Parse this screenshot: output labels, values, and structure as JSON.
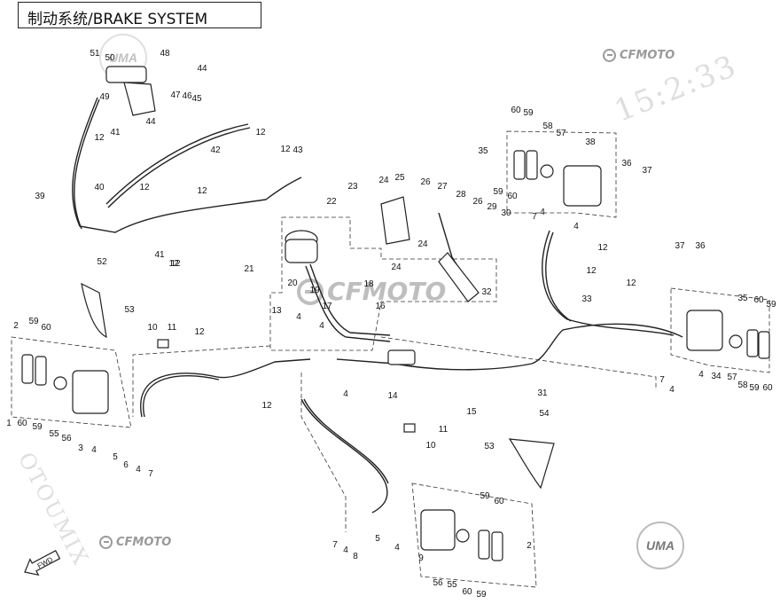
{
  "title": "制动系统/BRAKE SYSTEM",
  "logos": {
    "cfmoto_text": "CFMOTO",
    "uma_text": "UMA"
  },
  "watermarks": {
    "top_right": "15:2:33",
    "left_vertical": "OTOUMIX"
  },
  "direction_label": "FWD",
  "callouts": [
    {
      "id": "c1",
      "label": "51"
    },
    {
      "id": "c2",
      "label": "50"
    },
    {
      "id": "c3",
      "label": "48"
    },
    {
      "id": "c4",
      "label": "44"
    },
    {
      "id": "c5",
      "label": "49"
    },
    {
      "id": "c6",
      "label": "47"
    },
    {
      "id": "c7",
      "label": "46"
    },
    {
      "id": "c8",
      "label": "45"
    },
    {
      "id": "c9",
      "label": "44"
    },
    {
      "id": "c10",
      "label": "12"
    },
    {
      "id": "c11",
      "label": "41"
    },
    {
      "id": "c12",
      "label": "12"
    },
    {
      "id": "c13",
      "label": "42"
    },
    {
      "id": "c14",
      "label": "12"
    },
    {
      "id": "c15",
      "label": "12"
    },
    {
      "id": "c16",
      "label": "43"
    },
    {
      "id": "c17",
      "label": "39"
    },
    {
      "id": "c18",
      "label": "40"
    },
    {
      "id": "c19",
      "label": "12"
    },
    {
      "id": "c20",
      "label": "12"
    },
    {
      "id": "c21",
      "label": "41"
    },
    {
      "id": "c22",
      "label": "12"
    },
    {
      "id": "c23",
      "label": "22"
    },
    {
      "id": "c24",
      "label": "23"
    },
    {
      "id": "c25",
      "label": "24"
    },
    {
      "id": "c26",
      "label": "25"
    },
    {
      "id": "c27",
      "label": "26"
    },
    {
      "id": "c28",
      "label": "27"
    },
    {
      "id": "c29",
      "label": "28"
    },
    {
      "id": "c30",
      "label": "26"
    },
    {
      "id": "c31",
      "label": "29"
    },
    {
      "id": "c32",
      "label": "30"
    },
    {
      "id": "c33",
      "label": "24"
    },
    {
      "id": "c34",
      "label": "24"
    },
    {
      "id": "c35",
      "label": "21"
    },
    {
      "id": "c36",
      "label": "20"
    },
    {
      "id": "c37",
      "label": "19"
    },
    {
      "id": "c38",
      "label": "18"
    },
    {
      "id": "c39",
      "label": "17"
    },
    {
      "id": "c40",
      "label": "16"
    },
    {
      "id": "c41",
      "label": "32"
    },
    {
      "id": "c42",
      "label": "60"
    },
    {
      "id": "c43",
      "label": "59"
    },
    {
      "id": "c44",
      "label": "35"
    },
    {
      "id": "c45",
      "label": "58"
    },
    {
      "id": "c46",
      "label": "57"
    },
    {
      "id": "c47",
      "label": "38"
    },
    {
      "id": "c48",
      "label": "36"
    },
    {
      "id": "c49",
      "label": "37"
    },
    {
      "id": "c50",
      "label": "59"
    },
    {
      "id": "c51",
      "label": "60"
    },
    {
      "id": "c52",
      "label": "7"
    },
    {
      "id": "c53",
      "label": "4"
    },
    {
      "id": "c54",
      "label": "4"
    },
    {
      "id": "c55",
      "label": "12"
    },
    {
      "id": "c56",
      "label": "12"
    },
    {
      "id": "c57",
      "label": "33"
    },
    {
      "id": "c58",
      "label": "12"
    },
    {
      "id": "c59",
      "label": "37"
    },
    {
      "id": "c60",
      "label": "36"
    },
    {
      "id": "c61",
      "label": "35"
    },
    {
      "id": "c62",
      "label": "60"
    },
    {
      "id": "c63",
      "label": "59"
    },
    {
      "id": "c64",
      "label": "52"
    },
    {
      "id": "c65",
      "label": "53"
    },
    {
      "id": "c66",
      "label": "2"
    },
    {
      "id": "c67",
      "label": "59"
    },
    {
      "id": "c68",
      "label": "60"
    },
    {
      "id": "c69",
      "label": "10"
    },
    {
      "id": "c70",
      "label": "11"
    },
    {
      "id": "c71",
      "label": "12"
    },
    {
      "id": "c72",
      "label": "13"
    },
    {
      "id": "c73",
      "label": "4"
    },
    {
      "id": "c74",
      "label": "4"
    },
    {
      "id": "c75",
      "label": "14"
    },
    {
      "id": "c76",
      "label": "15"
    },
    {
      "id": "c77",
      "label": "31"
    },
    {
      "id": "c78",
      "label": "4"
    },
    {
      "id": "c79",
      "label": "4"
    },
    {
      "id": "c80",
      "label": "7"
    },
    {
      "id": "c81",
      "label": "34"
    },
    {
      "id": "c82",
      "label": "57"
    },
    {
      "id": "c83",
      "label": "58"
    },
    {
      "id": "c84",
      "label": "59"
    },
    {
      "id": "c85",
      "label": "60"
    },
    {
      "id": "c86",
      "label": "1"
    },
    {
      "id": "c87",
      "label": "60"
    },
    {
      "id": "c88",
      "label": "59"
    },
    {
      "id": "c89",
      "label": "55"
    },
    {
      "id": "c90",
      "label": "56"
    },
    {
      "id": "c91",
      "label": "3"
    },
    {
      "id": "c92",
      "label": "4"
    },
    {
      "id": "c93",
      "label": "5"
    },
    {
      "id": "c94",
      "label": "6"
    },
    {
      "id": "c95",
      "label": "4"
    },
    {
      "id": "c96",
      "label": "7"
    },
    {
      "id": "c97",
      "label": "12"
    },
    {
      "id": "c98",
      "label": "4"
    },
    {
      "id": "c99",
      "label": "11"
    },
    {
      "id": "c100",
      "label": "10"
    },
    {
      "id": "c101",
      "label": "54"
    },
    {
      "id": "c102",
      "label": "53"
    },
    {
      "id": "c103",
      "label": "7"
    },
    {
      "id": "c104",
      "label": "4"
    },
    {
      "id": "c105",
      "label": "8"
    },
    {
      "id": "c106",
      "label": "5"
    },
    {
      "id": "c107",
      "label": "4"
    },
    {
      "id": "c108",
      "label": "9"
    },
    {
      "id": "c109",
      "label": "56"
    },
    {
      "id": "c110",
      "label": "55"
    },
    {
      "id": "c111",
      "label": "60"
    },
    {
      "id": "c112",
      "label": "59"
    },
    {
      "id": "c113",
      "label": "59"
    },
    {
      "id": "c114",
      "label": "60"
    },
    {
      "id": "c115",
      "label": "2"
    }
  ]
}
